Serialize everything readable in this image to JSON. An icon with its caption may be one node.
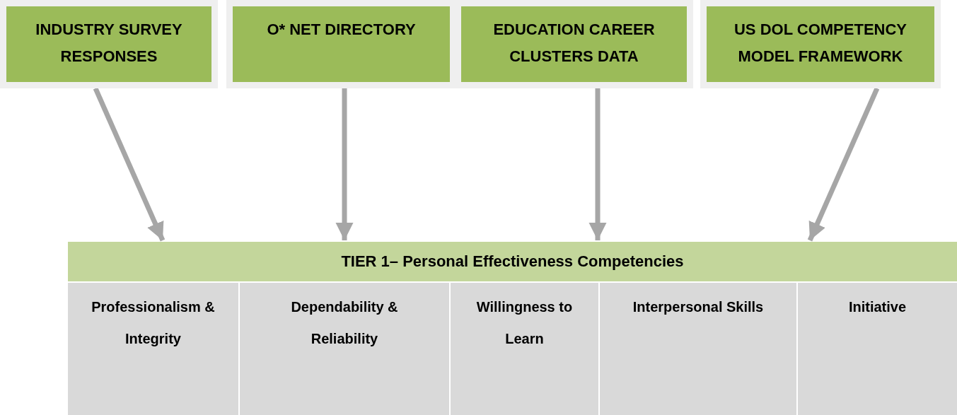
{
  "diagram": {
    "nodes": [
      {
        "text": [
          "INDUSTRY SURVEY RESPONSES"
        ]
      },
      {
        "text": [
          "O* NET DIRECTORY"
        ]
      },
      {
        "text": [
          "EDUCATION CAREER CLUSTERS DATA"
        ]
      },
      {
        "text": [
          "US DOL COMPETENCY MODEL FRAMEWORK"
        ]
      },
      {
        "text": [
          "TIER 1– Personal Effectiveness Competencies"
        ]
      },
      {
        "text": [
          "Professionalism & Integrity"
        ],
        "in": 4
      },
      {
        "text": [
          "Dependability & Reliability"
        ],
        "in": 4
      },
      {
        "text": [
          "Willingness to Learn"
        ],
        "in": 4
      },
      {
        "text": [
          "Interpersonal Skills"
        ],
        "in": 4
      },
      {
        "text": [
          "Initiative"
        ],
        "in": 4
      }
    ],
    "edges": [
      {
        "from": 0,
        "to": 4,
        "arrow": "to"
      },
      {
        "from": 1,
        "to": 4,
        "arrow": "to"
      },
      {
        "from": 2,
        "to": 4,
        "arrow": "to"
      },
      {
        "from": 3,
        "to": 4,
        "arrow": "to"
      }
    ]
  }
}
